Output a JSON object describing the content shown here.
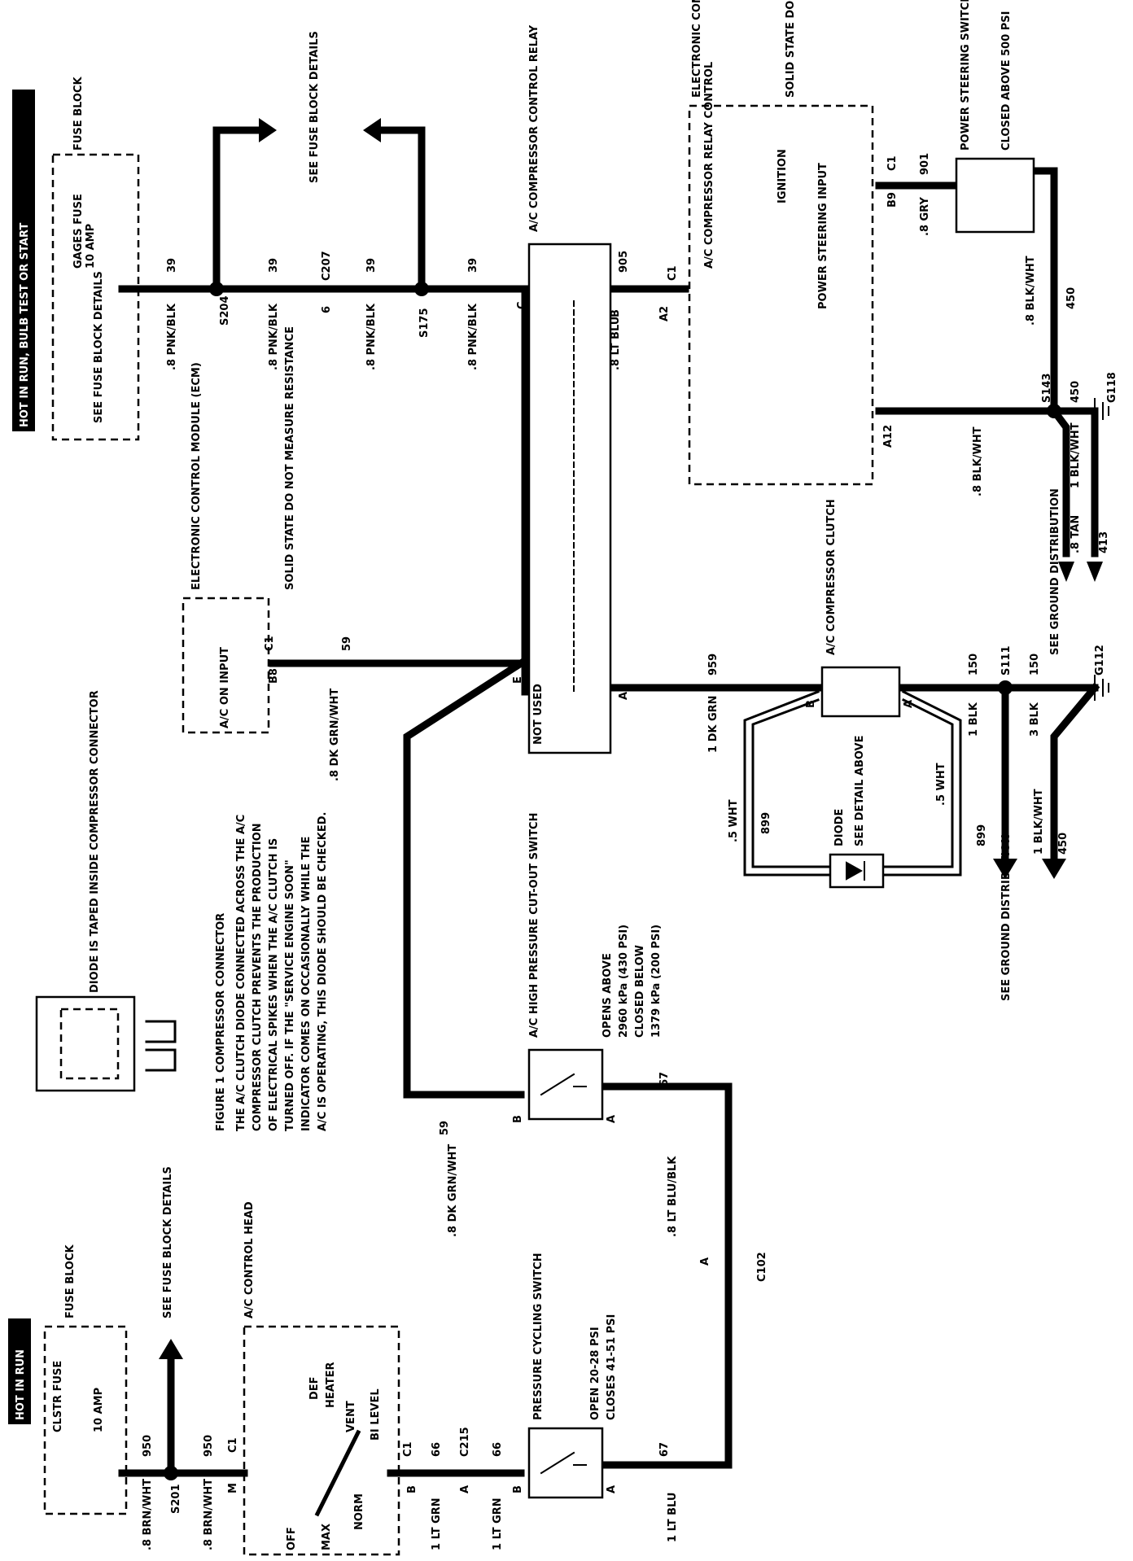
{
  "power_labels": {
    "hot_run_bulb": "HOT IN RUN, BULB TEST OR START",
    "hot_run": "HOT IN RUN"
  },
  "fuse_block_top": {
    "title": "FUSE BLOCK",
    "fuse_name": "GAGES FUSE",
    "fuse_rating": "10 AMP",
    "see_details": "SEE FUSE BLOCK DETAILS"
  },
  "fuse_block_bottom": {
    "title": "FUSE BLOCK",
    "fuse_name": "CLSTR FUSE",
    "fuse_rating": "10 AMP",
    "see_details": "SEE FUSE BLOCK DETAILS"
  },
  "see_fuse_block_details": "SEE FUSE BLOCK DETAILS",
  "wires": {
    "pnk_blk": ".8 PNK/BLK",
    "c39": "39",
    "s204": "S204",
    "c207": "C207",
    "pin6": "6",
    "s175": "S175",
    "pin_c": "C",
    "lt_blu": ".8 LT BLU",
    "c905": "905",
    "pin_b": "B",
    "pin_a2": "A2",
    "c1": "C1",
    "dk_grn_wht": ".8 DK GRN/WHT",
    "c59": "59",
    "pin_b8": "B8",
    "pin_e": "E",
    "pin_a": "A",
    "dk_grn_1": "1 DK GRN",
    "c959": "959",
    "gry": ".8 GRY",
    "c901": "901",
    "pin_b9": "B9",
    "blk_wht": ".8 BLK/WHT",
    "c450": "450",
    "pin_a12": "A12",
    "s143": "S143",
    "g118": "G118",
    "tan": ".8 TAN",
    "c413": "413",
    "blk_wht_1": "1 BLK/WHT",
    "blk_1": "1 BLK",
    "c150": "150",
    "s111": "S111",
    "g112": "G112",
    "blk_3": "3 BLK",
    "wht_5": ".5 WHT",
    "c899": "899",
    "lt_blu_blk": ".8 LT BLU/BLK",
    "c67": "67",
    "c102": "C102",
    "brn_wht": ".8 BRN/WHT",
    "c950": "950",
    "s201": "S201",
    "pin_m": "M",
    "lt_grn": "1 LT GRN",
    "c66": "66",
    "c215": "C215",
    "lt_blu_1": "1 LT BLU"
  },
  "relay": {
    "title": "A/C COMPRESSOR CONTROL RELAY",
    "not_used": "NOT USED"
  },
  "ecm_top": {
    "title": "ELECTRONIC CONTROL MODULE (ECM)",
    "note": "SOLID STATE DO NOT MEASURE RESISTANCE",
    "relay_control": "A/C COMPRESSOR RELAY CONTROL",
    "ignition": "IGNITION",
    "ps_input": "POWER STEERING INPUT"
  },
  "ecm_left": {
    "title": "ELECTRONIC CONTROL MODULE (ECM)",
    "note": "SOLID STATE DO NOT MEASURE RESISTANCE",
    "input": "A/C ON INPUT"
  },
  "ps_switch": {
    "title": "POWER STEERING SWITCH",
    "note": "CLOSED ABOVE 500 PSI"
  },
  "clutch": {
    "title": "A/C COMPRESSOR CLUTCH"
  },
  "diode": {
    "title": "DIODE",
    "note": "SEE DETAIL ABOVE"
  },
  "ground_dist": "SEE GROUND DISTRIBUTION",
  "figure": {
    "diode_note": "DIODE IS TAPED INSIDE COMPRESSOR CONNECTOR",
    "caption": "FIGURE 1 COMPRESSOR CONNECTOR",
    "lines": [
      "THE A/C CLUTCH DIODE CONNECTED ACROSS THE A/C",
      "COMPRESSOR CLUTCH PREVENTS THE PRODUCTION",
      "OF ELECTRICAL SPIKES WHEN THE A/C CLUTCH IS",
      "TURNED OFF.  IF THE \"SERVICE ENGINE SOON\"",
      "INDICATOR COMES ON OCCASIONALLY WHILE THE",
      "A/C IS OPERATING, THIS DIODE SHOULD BE CHECKED."
    ]
  },
  "hp_switch": {
    "title": "A/C HIGH PRESSURE CUT-OUT SWITCH",
    "lines": [
      "OPENS ABOVE",
      "2960 kPa (430 PSI)",
      "CLOSED BELOW",
      "1379 kPa (200 PSI)"
    ]
  },
  "pc_switch": {
    "title": "PRESSURE CYCLING SWITCH",
    "lines": [
      "OPEN 20-28 PSI",
      "CLOSES 41-51 PSI"
    ]
  },
  "control_head": {
    "title": "A/C CONTROL HEAD",
    "def": "DEF",
    "heater": "HEATER",
    "vent": "VENT",
    "bi_level": "BI LEVEL",
    "off": "OFF",
    "max": "MAX",
    "norm": "NORM"
  }
}
